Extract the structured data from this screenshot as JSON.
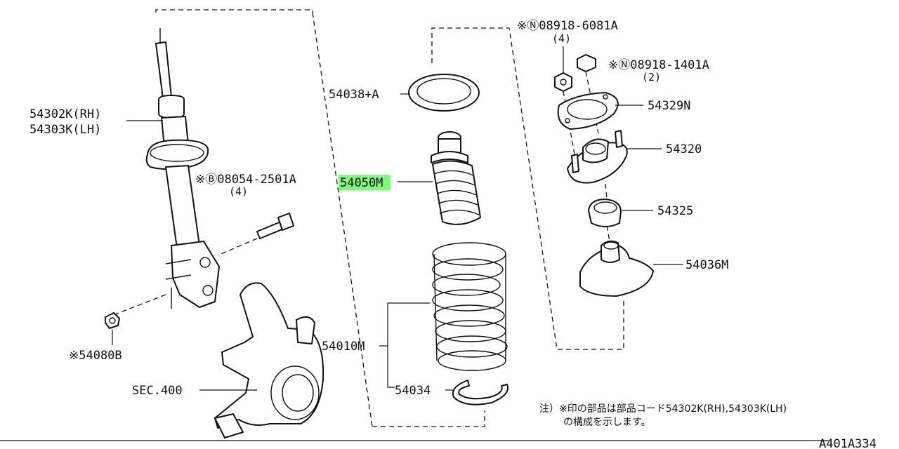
{
  "labels": {
    "strut_rh": "54302K(RH)",
    "strut_lh": "54303K(LH)",
    "bolt_code": "※Ⓑ08054-2501A",
    "bolt_qty": "(4)",
    "nut_code": "※54080B",
    "knuckle": "SEC.400",
    "seat_upper": "54038+A",
    "bound_bumper": "54050M",
    "spring": "54010M",
    "seat_lower": "54034",
    "nut_upper_code": "※Ⓝ08918-6081A",
    "nut_upper_qty": "(4)",
    "nut_top_code": "※Ⓝ08918-1401A",
    "nut_top_qty": "(2)",
    "gasket": "54329N",
    "mount": "54320",
    "bearing": "54325",
    "insulator": "54036M"
  },
  "note": {
    "line1": "注）※印の部品は部品コード54302K(RH),54303K(LH)",
    "line2": "の構成を示します。"
  },
  "diagram_code": "A401A334",
  "highlight": {
    "target": "bound_bumper",
    "color": "#7CFC7C"
  }
}
